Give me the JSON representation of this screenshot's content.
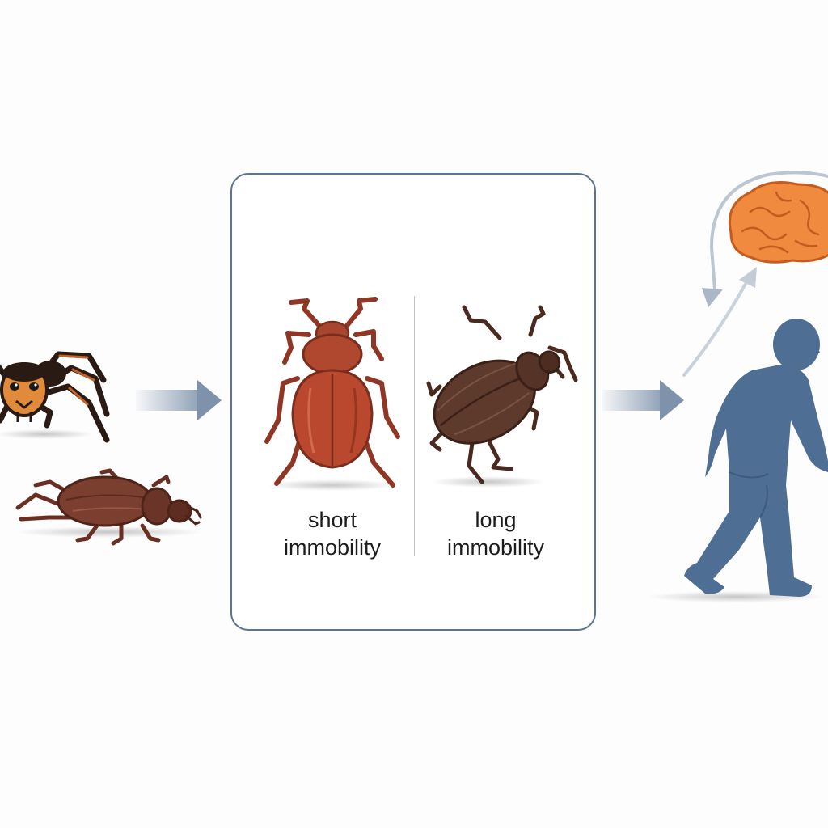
{
  "diagram": {
    "panel": {
      "left_caption": [
        "short",
        "immobility"
      ],
      "right_caption": [
        "long",
        "immobility"
      ]
    },
    "elements": {
      "predator_icon": "spider-icon",
      "prey_icon": "beetle-icon",
      "outcome_icons": [
        "brain-icon",
        "walking-person-icon"
      ],
      "flow_arrows": [
        "arrow-right-icon",
        "arrow-right-icon"
      ]
    },
    "colors": {
      "panel_border": "#5b7490",
      "arrow": "#7e93ab",
      "beetle_short": "#b0472f",
      "beetle_long": "#5e3a2c",
      "brain": "#f08a3e",
      "person": "#4f6e93",
      "spider_body": "#e08a3c"
    }
  }
}
